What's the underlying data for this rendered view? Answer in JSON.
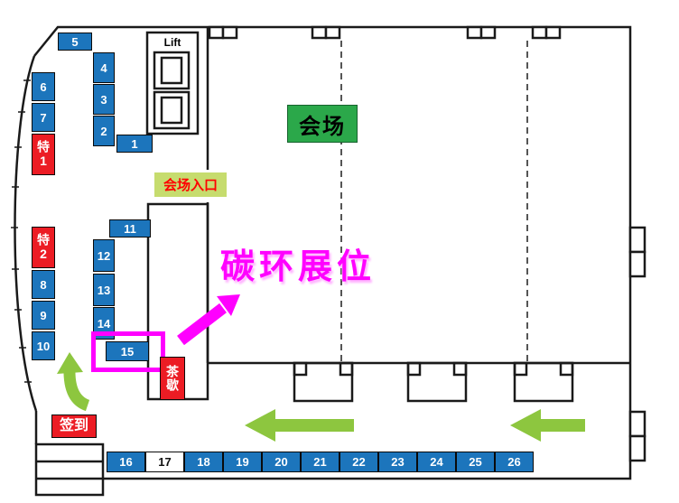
{
  "labels": {
    "hall": "会场",
    "entrance": "会场入口",
    "lift": "Lift",
    "checkin": "签到",
    "tea_break": "茶歇",
    "annotation": "碳环展位"
  },
  "booths": {
    "top": [
      "5",
      "4",
      "3",
      "2",
      "1"
    ],
    "left": [
      "6",
      "7",
      "特1",
      "特2",
      "8",
      "9",
      "10"
    ],
    "middle": [
      "11",
      "12",
      "13",
      "14",
      "15"
    ],
    "bottom": [
      "16",
      "17",
      "18",
      "19",
      "20",
      "21",
      "22",
      "23",
      "24",
      "25",
      "26"
    ]
  },
  "highlight": {
    "booth": "15",
    "annotation": "碳环展位",
    "color": "#FF00FF"
  },
  "colors": {
    "booth_blue": "#1C75BC",
    "booth_white": "#FFFFFF",
    "special_red": "#EC1C24",
    "hall_green": "#2BA84A",
    "entrance_bg": "#C6DC6E",
    "entrance_text": "#FF0000",
    "arrow_green": "#8DC63F",
    "highlight_magenta": "#FF00FF",
    "wall_black": "#1A1A1A"
  }
}
